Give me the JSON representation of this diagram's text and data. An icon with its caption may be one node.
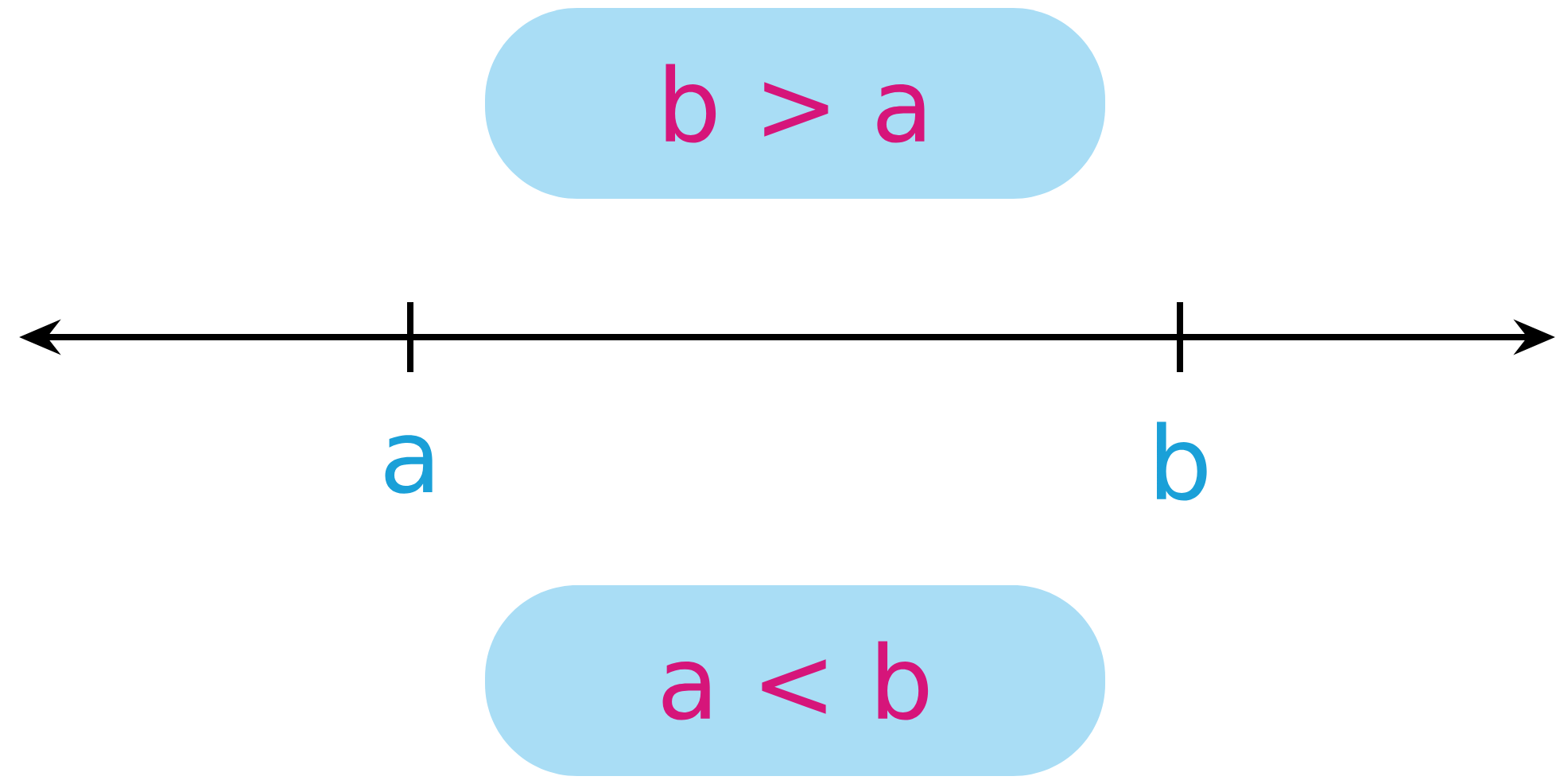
{
  "diagram": {
    "nodes": [
      {
        "text": [
          "b > a"
        ]
      },
      {
        "text": [
          "a < b"
        ]
      }
    ],
    "labels": [
      "a",
      "b"
    ]
  }
}
